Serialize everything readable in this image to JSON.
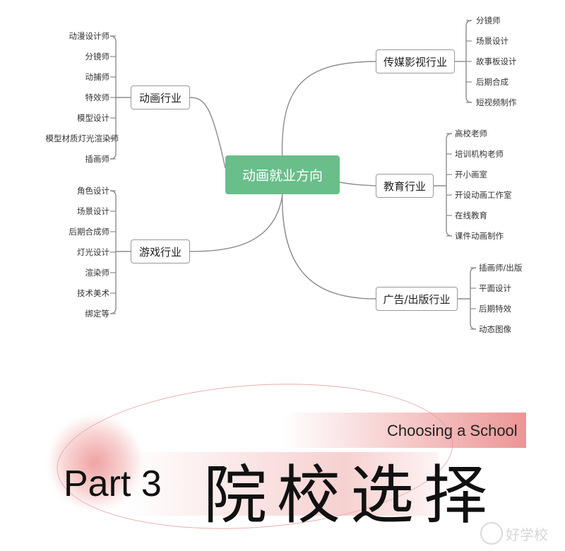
{
  "root": {
    "label": "动画就业方向",
    "color": "#69be8a"
  },
  "branches": {
    "animation": {
      "label": "动画行业",
      "leaves": [
        "动漫设计师",
        "分镜师",
        "动捕师",
        "特效师",
        "模型设计",
        "模型材质灯光渲染师",
        "插画师"
      ]
    },
    "game": {
      "label": "游戏行业",
      "leaves": [
        "角色设计",
        "场景设计",
        "后期合成师",
        "灯光设计",
        "渲染师",
        "技术美术",
        "绑定等"
      ]
    },
    "media": {
      "label": "传媒影视行业",
      "leaves": [
        "分镜师",
        "场景设计",
        "故事板设计",
        "后期合成",
        "短视频制作"
      ]
    },
    "education": {
      "label": "教育行业",
      "leaves": [
        "高校老师",
        "培训机构老师",
        "开小画室",
        "开设动画工作室",
        "在线教育",
        "课件动画制作"
      ]
    },
    "advertising": {
      "label": "广告/出版行业",
      "leaves": [
        "插画师/出版",
        "平面设计",
        "后期特效",
        "动态图像"
      ]
    }
  },
  "banner": {
    "subtitle": "Choosing a School",
    "part": "Part 3",
    "title": "院校选择"
  },
  "watermark": {
    "text": "好学校"
  }
}
